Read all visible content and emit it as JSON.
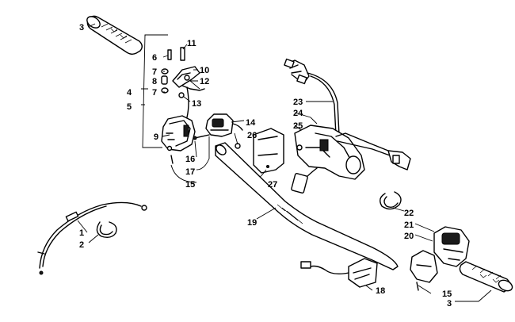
{
  "callouts": {
    "c1": "1",
    "c2": "2",
    "c3_top": "3",
    "c3_bottom": "3",
    "c4": "4",
    "c5": "5",
    "c6": "6",
    "c7_upper": "7",
    "c7_lower": "7",
    "c8": "8",
    "c9": "9",
    "c10": "10",
    "c11": "11",
    "c12": "12",
    "c13": "13",
    "c14": "14",
    "c15_left": "15",
    "c15_right": "15",
    "c16": "16",
    "c17": "17",
    "c18": "18",
    "c19": "19",
    "c20": "20",
    "c21": "21",
    "c22": "22",
    "c23": "23",
    "c24": "24",
    "c25": "25",
    "c26": "26",
    "c27": "27"
  }
}
